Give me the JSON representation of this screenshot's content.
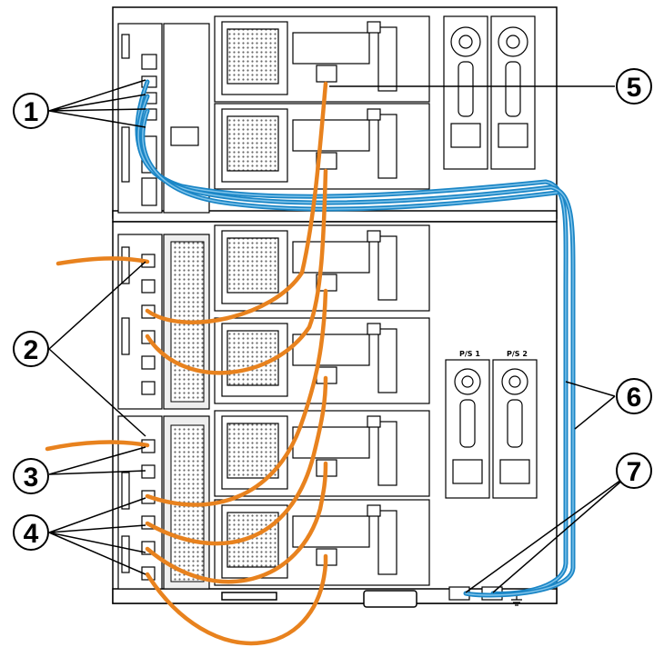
{
  "diagram": {
    "callouts": [
      {
        "id": "1",
        "label": "1"
      },
      {
        "id": "2",
        "label": "2"
      },
      {
        "id": "3",
        "label": "3"
      },
      {
        "id": "4",
        "label": "4"
      },
      {
        "id": "5",
        "label": "5"
      },
      {
        "id": "6",
        "label": "6"
      },
      {
        "id": "7",
        "label": "7"
      }
    ],
    "power_supply_labels": [
      "P/S 1",
      "P/S 2"
    ],
    "colors": {
      "fibre_cable": "#e8821e",
      "ethernet_cable": "#1b86c6",
      "chassis_line": "#000000",
      "chassis_fill": "#ffffff"
    },
    "icons": [
      "fan-grill-icon",
      "power-inlet-icon",
      "ethernet-port-icon",
      "fc-port-icon",
      "ground-icon"
    ]
  }
}
